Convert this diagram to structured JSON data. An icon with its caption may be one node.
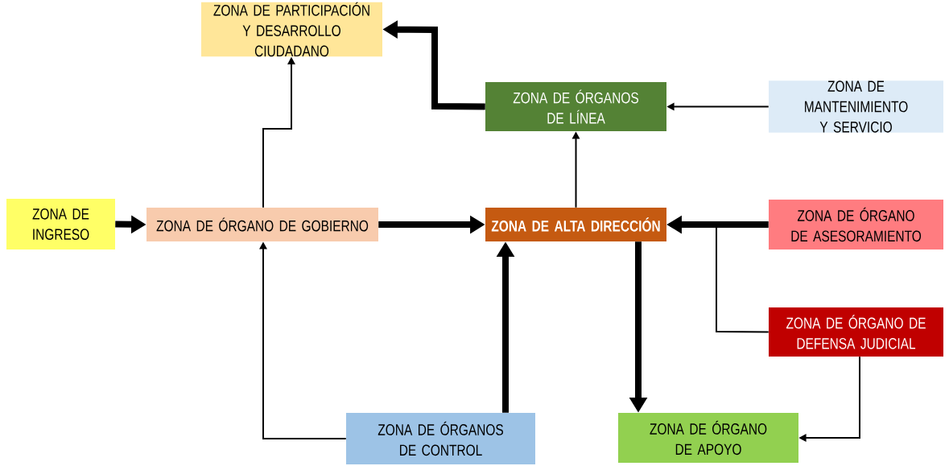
{
  "diagram": {
    "nodes": [
      {
        "text": [
          "ZONA DE PARTICIPACIÓN Y DESARROLLO CIUDADANO"
        ]
      },
      {
        "text": [
          "ZONA DE ÓRGANOS DE LÍNEA"
        ]
      },
      {
        "text": [
          "ZONA DE MANTENIMIENTO Y SERVICIO"
        ]
      },
      {
        "text": [
          "ZONA DE INGRESO"
        ]
      },
      {
        "text": [
          "ZONA DE ÓRGANO DE GOBIERNO"
        ]
      },
      {
        "text": [
          "ZONA DE ALTA DIRECCIÓN"
        ]
      },
      {
        "text": [
          "ZONA DE ÓRGANO DE ASESORAMIENTO"
        ]
      },
      {
        "text": [
          "ZONA DE ÓRGANO DE DEFENSA JUDICIAL"
        ]
      },
      {
        "text": [
          "ZONA DE ÓRGANOS DE CONTROL"
        ]
      },
      {
        "text": [
          "ZONA DE ÓRGANO DE APOYO"
        ]
      }
    ],
    "edges": [
      {
        "from": 1,
        "to": 0,
        "arrow": "to",
        "style": "thick"
      },
      {
        "from": 2,
        "to": 1,
        "arrow": "to"
      },
      {
        "from": 3,
        "to": 4,
        "arrow": "to",
        "style": "thick"
      },
      {
        "from": 4,
        "to": 5,
        "arrow": "to",
        "style": "thick"
      },
      {
        "from": 4,
        "to": 0,
        "arrow": "to"
      },
      {
        "from": 5,
        "to": 1,
        "arrow": "to"
      },
      {
        "from": 6,
        "to": 5,
        "arrow": "to",
        "style": "thick"
      },
      {
        "from": 7,
        "to": 5,
        "arrow": "to"
      },
      {
        "from": 5,
        "to": 9,
        "arrow": "to",
        "style": "thick"
      },
      {
        "from": 7,
        "to": 9,
        "arrow": "to"
      },
      {
        "from": 8,
        "to": 4,
        "arrow": "to"
      },
      {
        "from": 8,
        "to": 5,
        "arrow": "to",
        "style": "thick"
      }
    ]
  }
}
